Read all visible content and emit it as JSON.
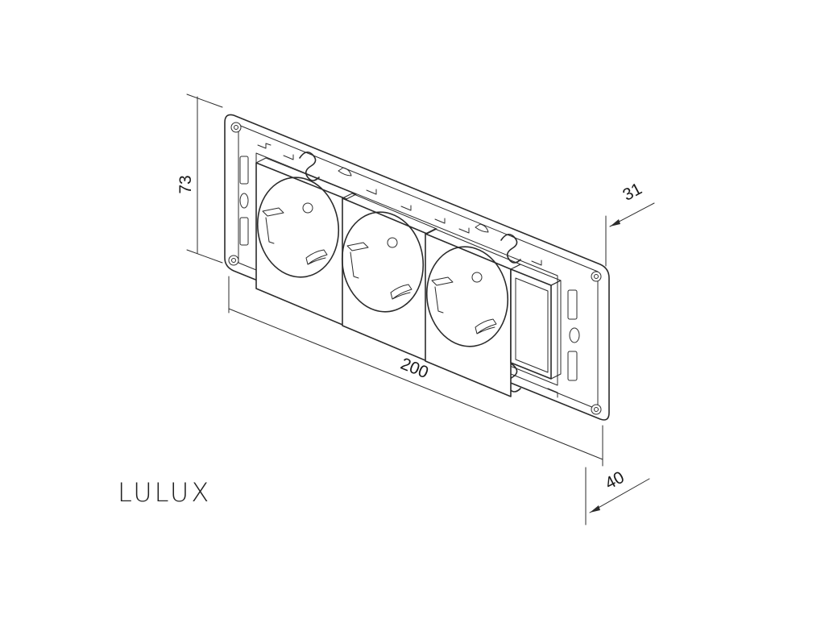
{
  "drawing": {
    "dimensions": {
      "height": "73",
      "width": "200",
      "depth_front": "31",
      "depth_total": "40"
    },
    "sockets": 3,
    "blank_modules": 1
  },
  "brand": {
    "name": "LULUX"
  },
  "colors": {
    "line": "#2b2b2b",
    "background": "#ffffff"
  }
}
